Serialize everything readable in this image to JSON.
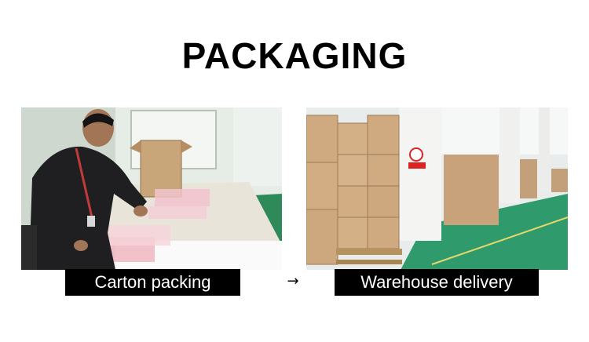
{
  "heading": "PACKAGING",
  "steps": [
    {
      "label": "Carton packing",
      "image": "worker-packing-bags-photo"
    },
    {
      "label": "Warehouse delivery",
      "image": "warehouse-cartons-photo"
    }
  ],
  "arrow": "→",
  "colors": {
    "caption_bg": "#000000",
    "caption_text": "#ffffff",
    "floor": "#2f9a6c"
  }
}
